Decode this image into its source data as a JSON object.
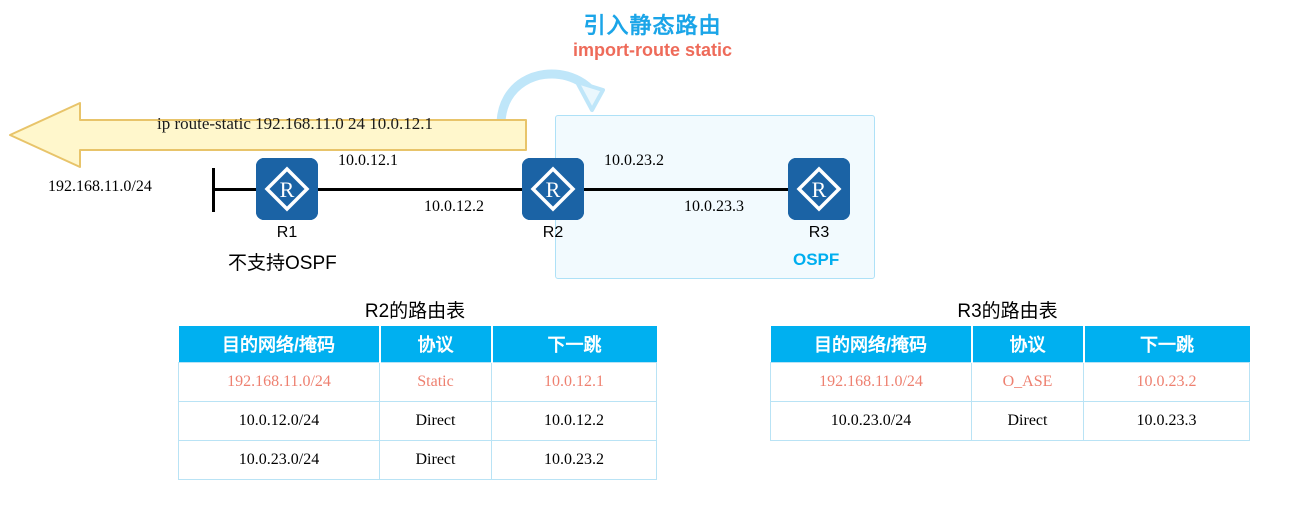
{
  "annotation": {
    "import_title_cn": "引入静态路由",
    "import_title_cmd": "import-route static",
    "curved_arrow_icon": "curved-arrow-icon",
    "accent_blue": "#1BA5E8",
    "accent_coral": "#EE6B5A"
  },
  "static_route_banner": {
    "text": "ip route-static 192.168.11.0 24 10.0.12.1",
    "fill": "#FFF7CC",
    "stroke": "#E8C46A"
  },
  "topology": {
    "lan_label": "192.168.11.0/24",
    "routers": [
      {
        "id": "r1",
        "label": "R1",
        "icon": "router-icon"
      },
      {
        "id": "r2",
        "label": "R2",
        "icon": "router-icon"
      },
      {
        "id": "r3",
        "label": "R3",
        "icon": "router-icon"
      }
    ],
    "link_labels": {
      "r1_r2_top": "10.0.12.1",
      "r1_r2_bottom": "10.0.12.2",
      "r2_r3_top": "10.0.23.2",
      "r2_r3_bottom": "10.0.23.3"
    },
    "r1_note": "不支持OSPF",
    "ospf_region_label": "OSPF",
    "router_color": "#1B63A5",
    "ospf_region_fill": "#F2FAFE",
    "ospf_region_stroke": "#AEE1F7"
  },
  "tables": {
    "header_color": "#00B0F0",
    "highlight_color": "#EE8070",
    "columns": [
      "目的网络/掩码",
      "协议",
      "下一跳"
    ],
    "r2": {
      "title": "R2的路由表",
      "rows": [
        {
          "highlight": true,
          "cells": [
            "192.168.11.0/24",
            "Static",
            "10.0.12.1"
          ]
        },
        {
          "highlight": false,
          "cells": [
            "10.0.12.0/24",
            "Direct",
            "10.0.12.2"
          ]
        },
        {
          "highlight": false,
          "cells": [
            "10.0.23.0/24",
            "Direct",
            "10.0.23.2"
          ]
        }
      ]
    },
    "r3": {
      "title": "R3的路由表",
      "rows": [
        {
          "highlight": true,
          "cells": [
            "192.168.11.0/24",
            "O_ASE",
            "10.0.23.2"
          ]
        },
        {
          "highlight": false,
          "cells": [
            "10.0.23.0/24",
            "Direct",
            "10.0.23.3"
          ]
        }
      ]
    }
  }
}
